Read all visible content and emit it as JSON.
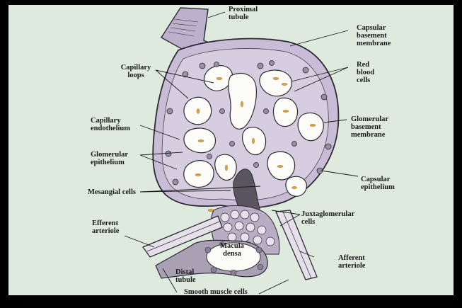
{
  "labels": {
    "proximal_tubule": "Proximal\ntubule",
    "capsular_basement_membrane": "Capsular\nbasement\nmembrane",
    "capillary_loops": "Capillary\nloops",
    "red_blood_cells": "Red\nblood\ncells",
    "capillary_endothelium": "Capillary\nendothelium",
    "glomerular_basement_membrane": "Glomerular\nbasement\nmembrane",
    "glomerular_epithelium": "Glomerular\nepithelium",
    "capsular_epithelium": "Capsular\nepithelium",
    "mesangial_cells": "Mesangial cells",
    "juxtaglomerular_cells": "Juxtaglomerular\ncells",
    "efferent_arteriole": "Efferent\narteriole",
    "macula_densa": "Macula\ndensa",
    "afferent_arteriole": "Afferent\narteriole",
    "distal_tubule": "Distal\ntubule",
    "smooth_muscle_cells": "Smooth muscle cells"
  },
  "colors": {
    "background": "#000000",
    "slide": "#dfeadf",
    "capsule_fill": "#c9bcd6",
    "capillary_fill": "#fbfbf8",
    "outline": "#2a2a30",
    "red_blood_cell": "#e0a43c"
  }
}
